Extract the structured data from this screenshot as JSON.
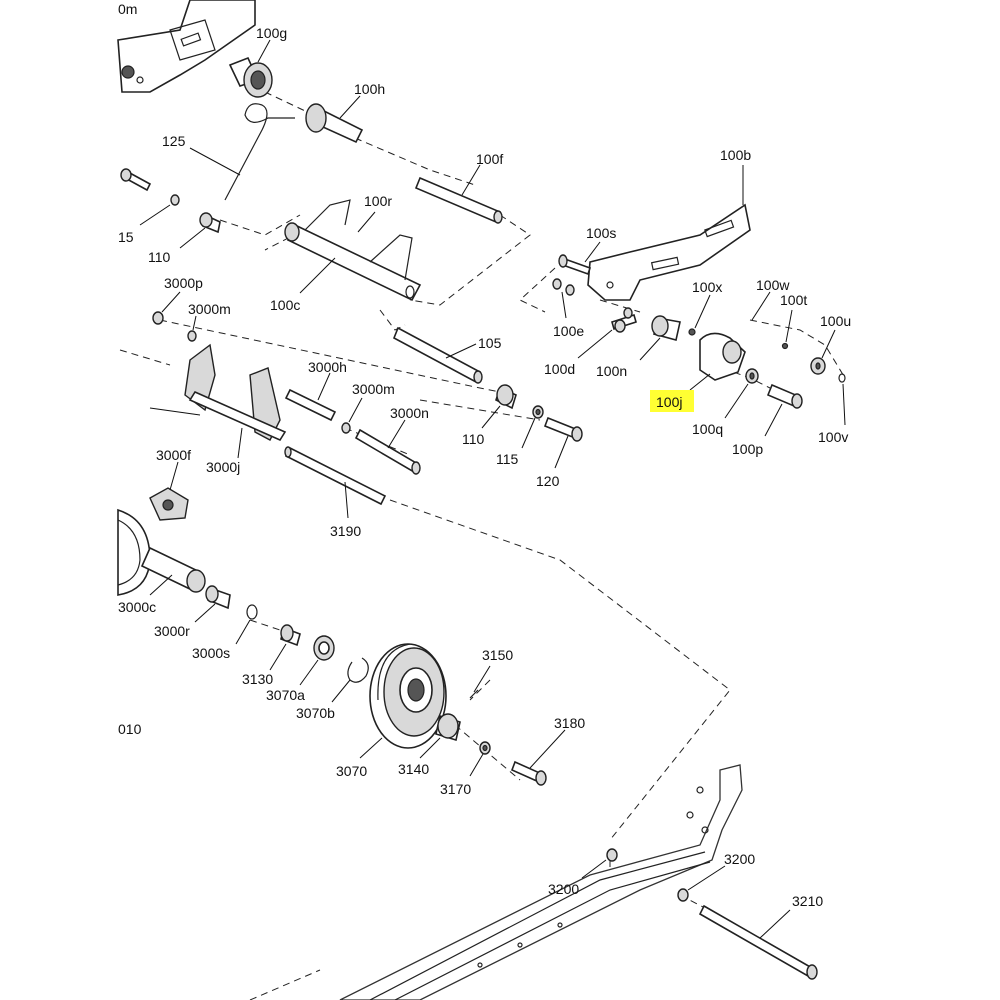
{
  "labels": {
    "l_100g": "100g",
    "l_100h": "100h",
    "l_125": "125",
    "l_100f": "100f",
    "l_100b": "100b",
    "l_100r": "100r",
    "l_15": "15",
    "l_110a": "110",
    "l_100c": "100c",
    "l_100s": "100s",
    "l_3000p": "3000p",
    "l_3000m": "3000m",
    "l_105": "105",
    "l_100x": "100x",
    "l_100w": "100w",
    "l_100t": "100t",
    "l_100u": "100u",
    "l_100e": "100e",
    "l_100d": "100d",
    "l_100n": "100n",
    "l_100j": "100j",
    "l_100q": "100q",
    "l_100p": "100p",
    "l_100v": "100v",
    "l_3000h": "3000h",
    "l_3000m2": "3000m",
    "l_3000n": "3000n",
    "l_110b": "110",
    "l_115": "115",
    "l_120": "120",
    "l_3000f": "3000f",
    "l_3000j": "3000j",
    "l_3190": "3190",
    "l_3000c": "3000c",
    "l_3000r": "3000r",
    "l_3000s": "3000s",
    "l_3130": "3130",
    "l_3070a": "3070a",
    "l_3070b": "3070b",
    "l_3150": "3150",
    "l_3180": "3180",
    "l_3070": "3070",
    "l_3140": "3140",
    "l_3170": "3170",
    "l_3200a": "3200",
    "l_3200b": "3200",
    "l_3210": "3210",
    "l_edge_m": "0m",
    "l_edge_010": "010"
  },
  "highlight_color": "#ffff33"
}
